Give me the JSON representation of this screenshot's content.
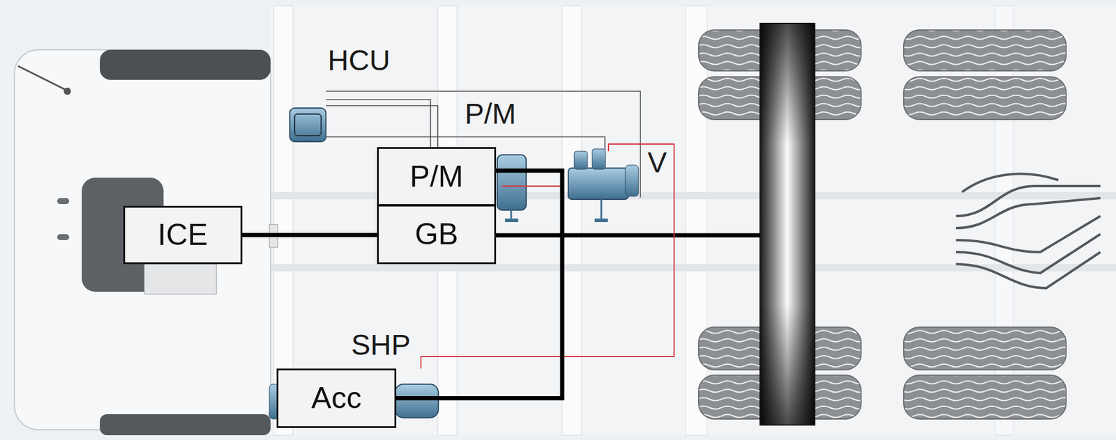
{
  "diagram": {
    "nodes": [
      {
        "text": [
          "P/M"
        ]
      },
      {
        "text": [
          "ICE"
        ]
      },
      {
        "text": [
          "GB"
        ]
      },
      {
        "text": [
          "Acc"
        ]
      }
    ],
    "edges": [
      {
        "from": 1,
        "to": 2,
        "arrow": "none"
      },
      {
        "from": 0,
        "to": 3,
        "arrow": "none"
      }
    ],
    "labels": [
      "HCU",
      "P/M",
      "V",
      "SHP"
    ]
  }
}
